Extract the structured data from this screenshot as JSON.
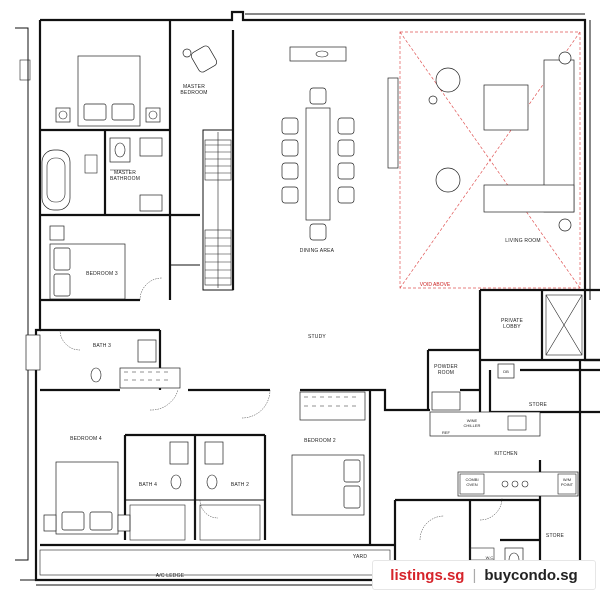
{
  "rooms": {
    "master_bedroom": [
      "MASTER",
      "BEDROOM"
    ],
    "master_bathroom": [
      "MASTER",
      "BATHROOM"
    ],
    "dining_area": "DINING AREA",
    "living_room": "LIVING ROOM",
    "void_above": "VOID ABOVE",
    "bedroom_3": "BEDROOM 3",
    "private_lobby": [
      "PRIVATE",
      "LOBBY"
    ],
    "bath_3": "BATH 3",
    "study": "STUDY",
    "powder_room": [
      "POWDER",
      "ROOM"
    ],
    "db": "DB",
    "store_1": "STORE",
    "ref": "REF",
    "wine_chiller": [
      "WINE",
      "CHILLER"
    ],
    "kitchen": "KITCHEN",
    "bedroom_4": "BEDROOM 4",
    "bedroom_2": "BEDROOM 2",
    "bath_4": "BATH 4",
    "bath_2": "BATH 2",
    "combi_oven": [
      "COMBI",
      "OVEN"
    ],
    "wm_point": [
      "W/M",
      "POINT"
    ],
    "store_2": "STORE",
    "yard": "YARD",
    "wc": "W.C.",
    "ac_ledge": "A/C LEDGE"
  },
  "watermark": {
    "left": "listings.sg",
    "separator": "|",
    "right": "buycondo.sg"
  },
  "colors": {
    "walls": "#111111",
    "void_lines": "#e05555",
    "watermark_red": "#d6232a"
  }
}
